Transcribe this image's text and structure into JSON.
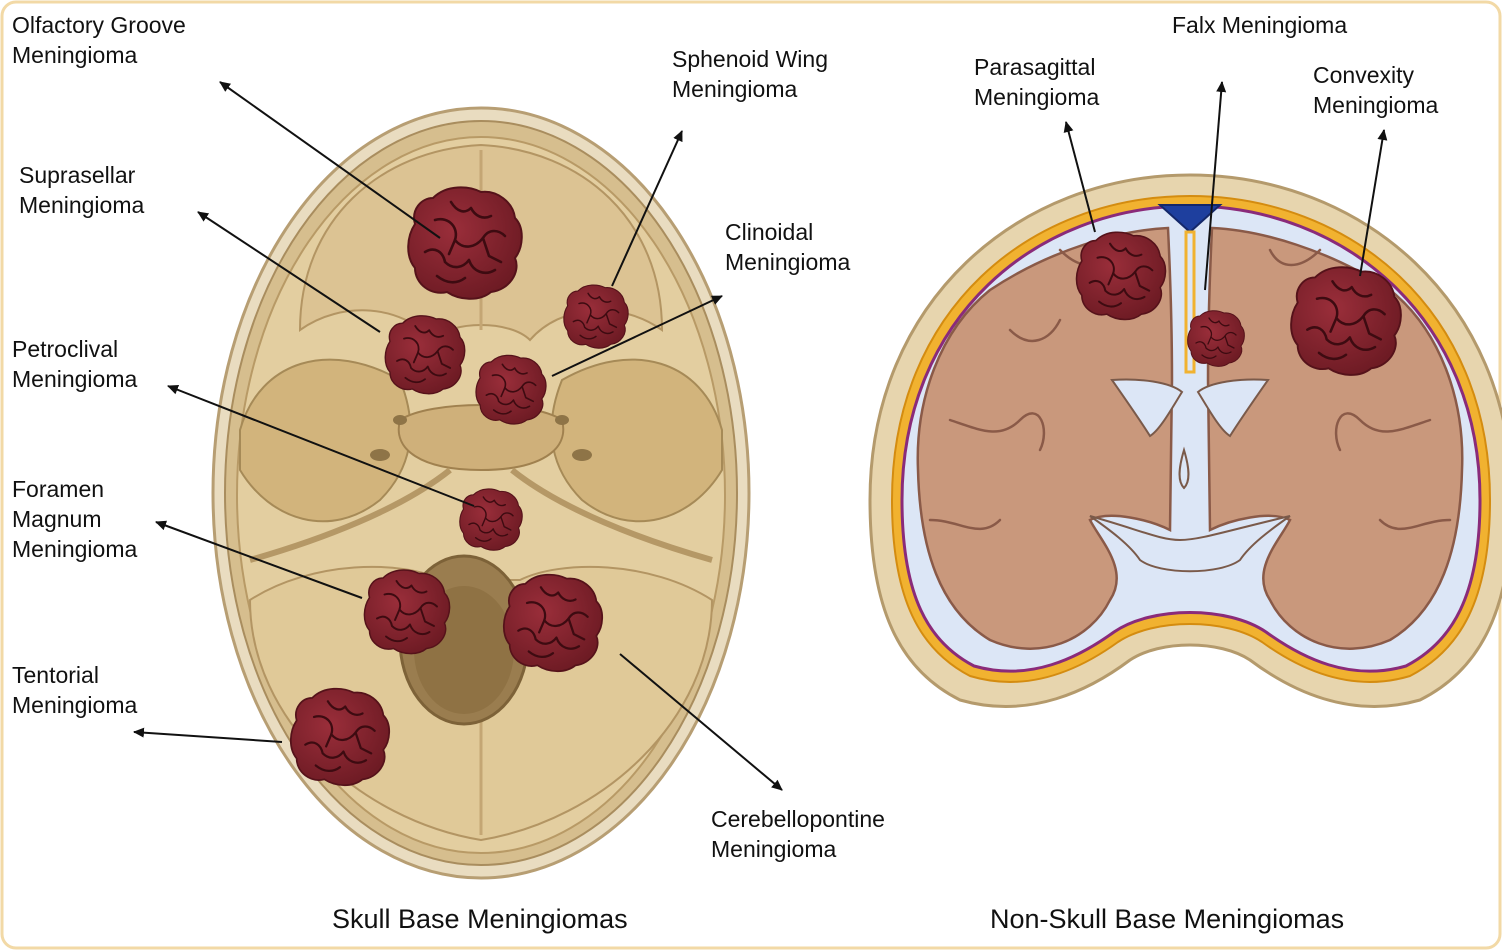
{
  "figure": {
    "border_color": "#f2d9a6",
    "colors": {
      "tumor": "#8b2631",
      "tumor_crease": "#4a0f16",
      "skull_bone": "#e2cfa4",
      "skull_inner": "#d8bd86",
      "skull_shadow": "#c2a36c",
      "brain": "#c9987c",
      "csf": "#dce6f6",
      "dura": "#f1b230",
      "arrow": "#111111"
    }
  },
  "skull_base": {
    "caption": "Skull Base Meningiomas",
    "labels": {
      "olfactory_groove": [
        "Olfactory Groove",
        "Meningioma"
      ],
      "suprasellar": [
        "Suprasellar",
        "Meningioma"
      ],
      "petroclival": [
        "Petroclival",
        "Meningioma"
      ],
      "foramen_magnum": [
        "Foramen",
        "Magnum",
        "Meningioma"
      ],
      "tentorial": [
        "Tentorial",
        "Meningioma"
      ],
      "sphenoid_wing": [
        "Sphenoid Wing",
        "Meningioma"
      ],
      "clinoidal": [
        "Clinoidal",
        "Meningioma"
      ],
      "cerebellopontine": [
        "Cerebellopontine",
        "Meningioma"
      ]
    }
  },
  "non_skull_base": {
    "caption": "Non-Skull Base Meningiomas",
    "labels": {
      "falx": [
        "Falx Meningioma"
      ],
      "parasagittal": [
        "Parasagittal",
        "Meningioma"
      ],
      "convexity": [
        "Convexity",
        "Meningioma"
      ]
    }
  }
}
